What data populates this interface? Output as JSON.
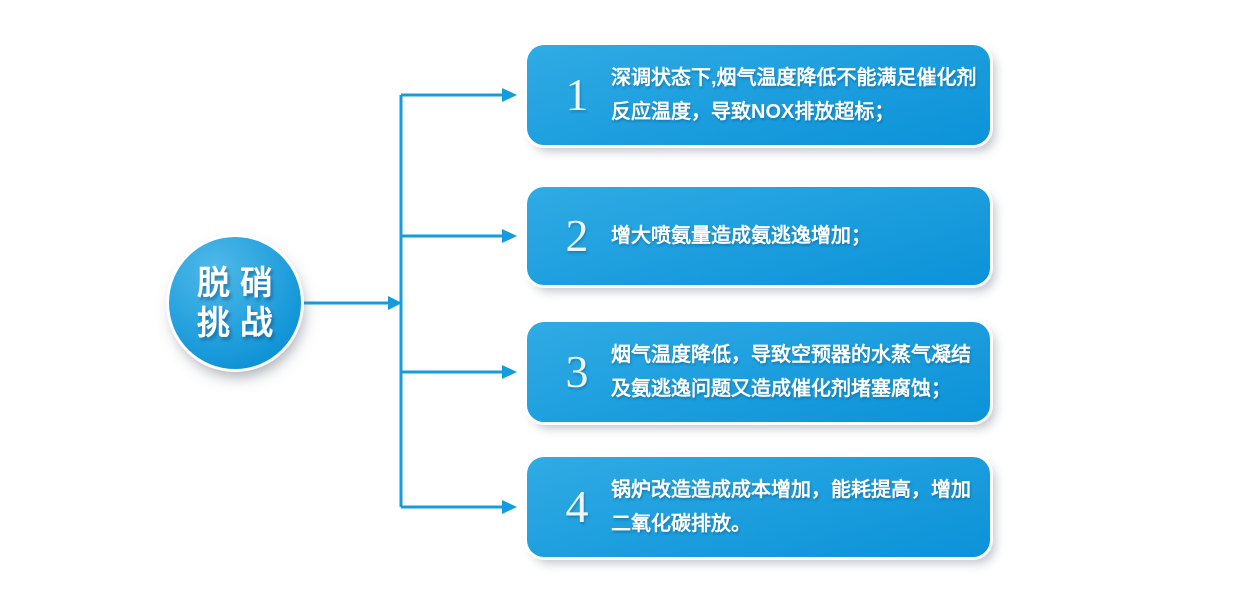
{
  "hub": {
    "lines": [
      "脱硝",
      "挑战"
    ]
  },
  "cards": [
    {
      "number": "1",
      "lines": [
        "深调状态下,烟气温度降低不能满足催化剂",
        "反应温度，导致NOX排放超标；"
      ]
    },
    {
      "number": "2",
      "lines": [
        "增大喷氨量造成氨逃逸增加；"
      ]
    },
    {
      "number": "3",
      "lines": [
        "烟气温度降低，导致空预器的水蒸气凝结",
        "及氨逃逸问题又造成催化剂堵塞腐蚀；"
      ]
    },
    {
      "number": "4",
      "lines": [
        "锅炉改造造成成本增加，能耗提高，增加",
        "二氧化碳排放。"
      ]
    }
  ],
  "colors": {
    "accent": "#159CDF",
    "card_top": "#2FABE4",
    "card_bottom": "#0B92D8",
    "hub_top": "#4FB9E9",
    "hub_bottom": "#0E93D6",
    "text": "#FFFFFF",
    "bg": "#FFFFFF"
  }
}
